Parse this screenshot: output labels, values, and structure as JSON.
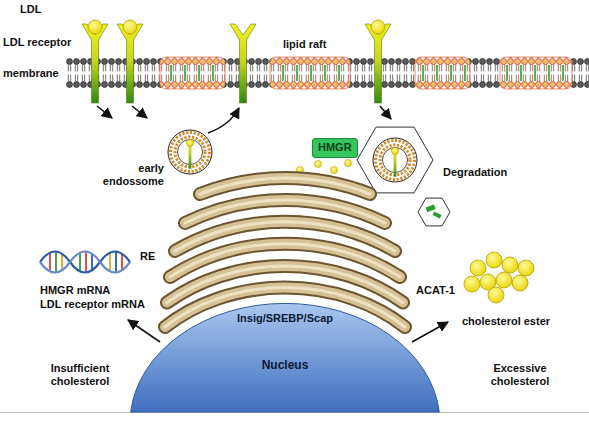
{
  "diagram": {
    "nodes": [
      {
        "text": [
          "Insig/SREBP/Scap",
          "Nucleus"
        ]
      },
      {
        "text": [
          "HMGR"
        ]
      }
    ],
    "labels": [
      "LDL",
      "LDL receptor",
      "membrane",
      "lipid raft",
      "early endossome",
      "Degradation",
      "RE",
      "ACAT-1",
      "HMGR mRNA",
      "LDL receptor mRNA",
      "cholesterol ester",
      "Insufficient cholesterol",
      "Excessive cholesterol"
    ]
  }
}
